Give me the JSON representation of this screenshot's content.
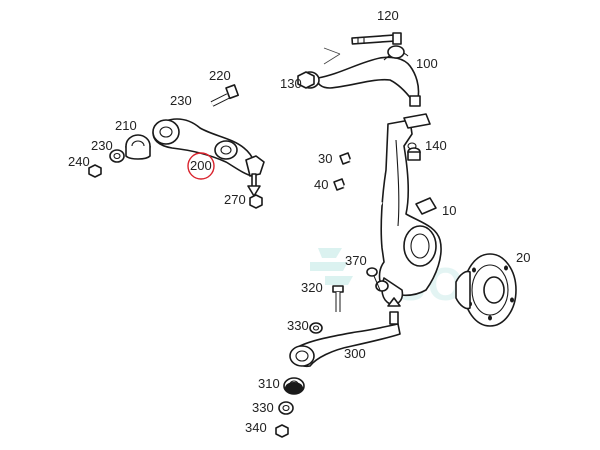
{
  "diagram": {
    "title": "Front suspension exploded view",
    "accent_color": "#d9232d",
    "watermark_text": "SOL",
    "callouts": {
      "c120": "120",
      "c100": "100",
      "c130": "130",
      "c220": "220",
      "c230a": "230",
      "c210": "210",
      "c230b": "230",
      "c240": "240",
      "c200": "200",
      "c270": "270",
      "c140": "140",
      "c30": "30",
      "c40": "40",
      "c10": "10",
      "c370": "370",
      "c20": "20",
      "c320": "320",
      "c330a": "330",
      "c300": "300",
      "c310": "310",
      "c330b": "330",
      "c340": "340"
    },
    "highlighted_part": "200"
  }
}
